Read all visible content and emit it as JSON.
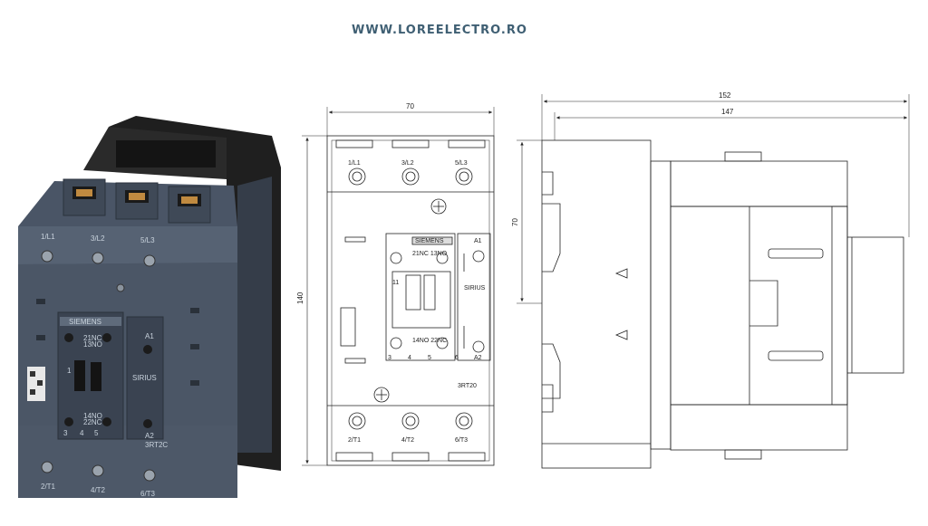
{
  "header": {
    "url": "WWW.LOREELECTRO.RO"
  },
  "product_3d": {
    "brand": "SIEMENS",
    "top_terminals": [
      "1/L1",
      "3/L2",
      "5/L3"
    ],
    "bottom_terminals": [
      "2/T1",
      "4/T2",
      "6/T3"
    ],
    "aux_labels": [
      "21NC",
      "13NO",
      "14NO",
      "22NC",
      "1",
      "3",
      "4",
      "5",
      "A1",
      "A2"
    ],
    "side_label": "SIRIUS",
    "model": "3RT2C",
    "colors": {
      "housing": "#4a5566",
      "housing_dark": "#2b323c",
      "body_black": "#1e1e1e"
    }
  },
  "front_view": {
    "width_label": "70",
    "height_label": "140",
    "top_terminals": [
      "1/L1",
      "3/L2",
      "5/L3"
    ],
    "bottom_terminals": [
      "2/T1",
      "4/T2",
      "6/T3"
    ],
    "aux_top": "21NC\n13NO",
    "aux_bottom": "14NO\n22NC",
    "aux_11": "11",
    "aux_nums": [
      "3",
      "4",
      "5",
      "6"
    ],
    "coil_top": "A1",
    "coil_bottom": "A2",
    "side_text": "SIRIUS",
    "model": "3RT20",
    "brand_strip": "SIEMENS"
  },
  "side_view": {
    "total_width_label": "152",
    "body_width_label": "147",
    "mount_height_label": "70"
  }
}
